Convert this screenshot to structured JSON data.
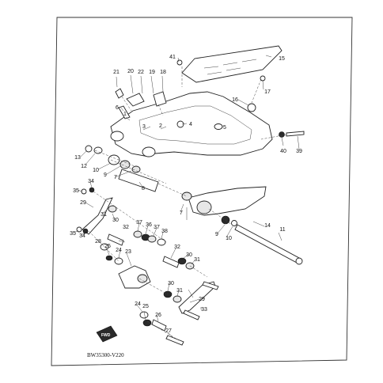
{
  "diagram_code": "BW35300-V220",
  "forward_marker": "FWD",
  "callouts": [
    "41",
    "15",
    "21",
    "20",
    "22",
    "19",
    "18",
    "17",
    "16",
    "6",
    "1",
    "3",
    "2",
    "4",
    "5",
    "13",
    "12",
    "10",
    "9",
    "7",
    "8",
    "35",
    "34",
    "29",
    "31",
    "30",
    "33",
    "37",
    "36",
    "38",
    "32",
    "28",
    "25",
    "24",
    "23",
    "27",
    "26",
    "14",
    "11",
    "40",
    "39"
  ]
}
